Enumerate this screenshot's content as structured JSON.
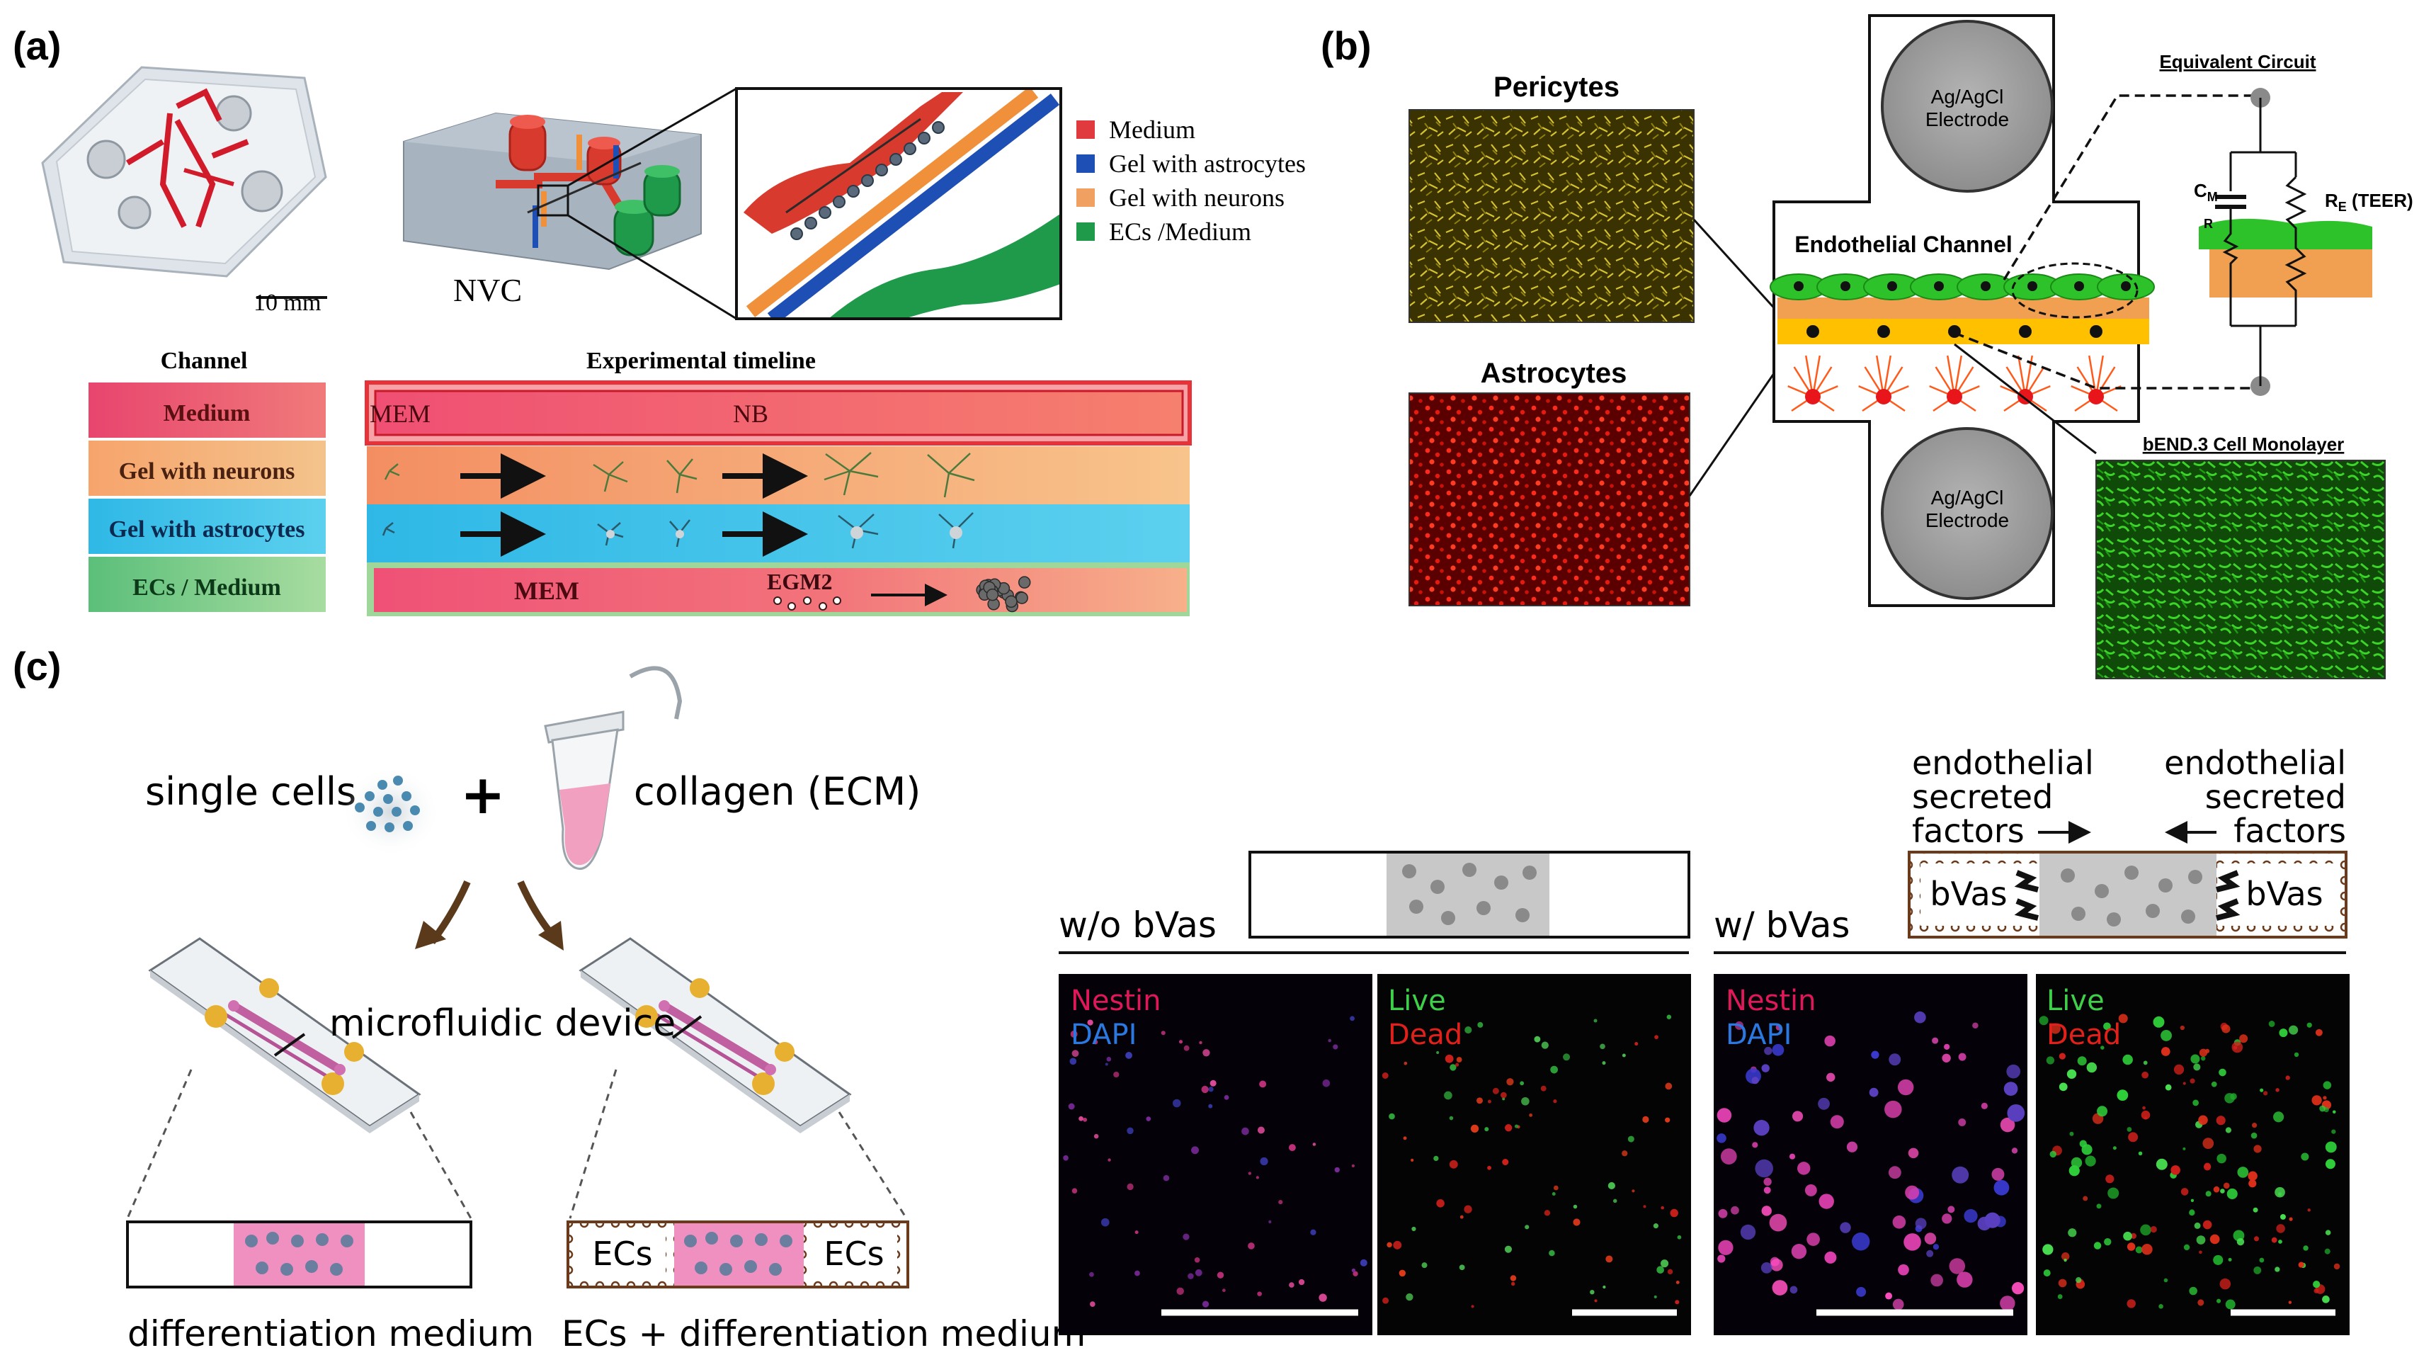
{
  "panels": {
    "a": {
      "label": "(a)",
      "scale_bar": "10 mm",
      "device_label": "NVC",
      "legend": [
        {
          "label": "Medium",
          "color": "#e03a3e"
        },
        {
          "label": "Gel with astrocytes",
          "color": "#1e4fb5"
        },
        {
          "label": "Gel with neurons",
          "color": "#f0a060"
        },
        {
          "label": "ECs /Medium",
          "color": "#1f9a4a"
        }
      ],
      "channel_header": "Channel",
      "timeline_header": "Experimental timeline",
      "channels": [
        "Medium",
        "Gel with neurons",
        "Gel with astrocytes",
        "ECs / Medium"
      ],
      "timeline": {
        "mem_top": "MEM",
        "nb": "NB",
        "mem_bottom": "MEM",
        "egm2": "EGM2"
      }
    },
    "b": {
      "label": "(b)",
      "pericytes": "Pericytes",
      "astrocytes": "Astrocytes",
      "electrode_top": [
        "Ag/AgCl",
        "Electrode"
      ],
      "electrode_bottom": [
        "Ag/AgCl",
        "Electrode"
      ],
      "endothelial_channel": "Endothelial Channel",
      "equivalent_circuit": "Equivalent Circuit",
      "cm": "C",
      "cm_sub": "M",
      "r": "R",
      "re": "R",
      "re_sub": "E",
      "re_suffix": " (TEER)",
      "monolayer": "bEND.3 Cell Monolayer"
    },
    "c": {
      "label": "(c)",
      "single_cells": "single cells",
      "plus": "+",
      "collagen": "collagen (ECM)",
      "microfluidic_device": "microfluidic device",
      "diff_medium": "differentiation medium",
      "ecs_diff_medium": "ECs + differentiation medium",
      "ecs": "ECs",
      "wo_bvas": "w/o bVas",
      "w_bvas": "w/  bVas",
      "bvas": "bVas",
      "secreted_left": [
        "endothelial",
        "secreted",
        "factors"
      ],
      "secreted_right": [
        "endothelial",
        "secreted",
        "factors"
      ],
      "nestin": "Nestin",
      "dapi": "DAPI",
      "live": "Live",
      "dead": "Dead"
    }
  }
}
